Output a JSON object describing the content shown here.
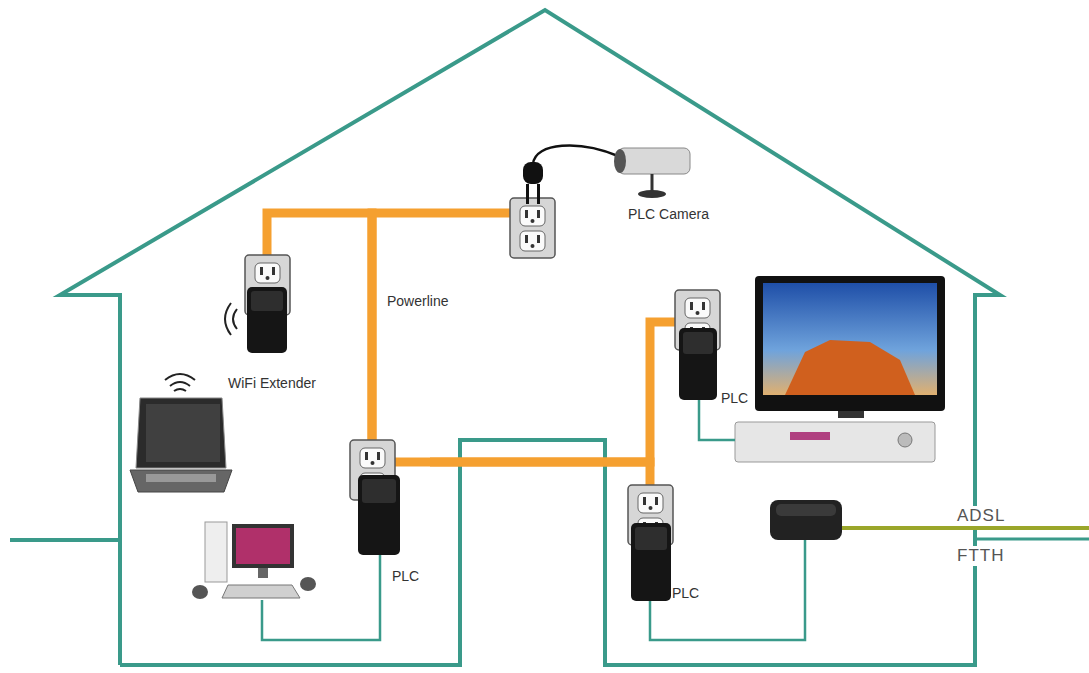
{
  "diagram": {
    "nodes": [
      {
        "text": [
          "PLC Camera"
        ]
      },
      {
        "text": [
          "WiFi Extender"
        ]
      },
      {
        "text": [
          "PLC"
        ]
      },
      {
        "text": [
          "PLC"
        ]
      },
      {
        "text": [
          "PLC"
        ]
      }
    ],
    "edges": [
      {
        "from": 3,
        "to": 0,
        "arrow": "none"
      },
      {
        "from": 3,
        "to": 1,
        "arrow": "none"
      },
      {
        "from": 3,
        "to": 2,
        "arrow": "none"
      },
      {
        "from": 3,
        "to": 4,
        "arrow": "none"
      }
    ],
    "labels": [
      "Powerline",
      "ADSL",
      "FTTH"
    ]
  }
}
